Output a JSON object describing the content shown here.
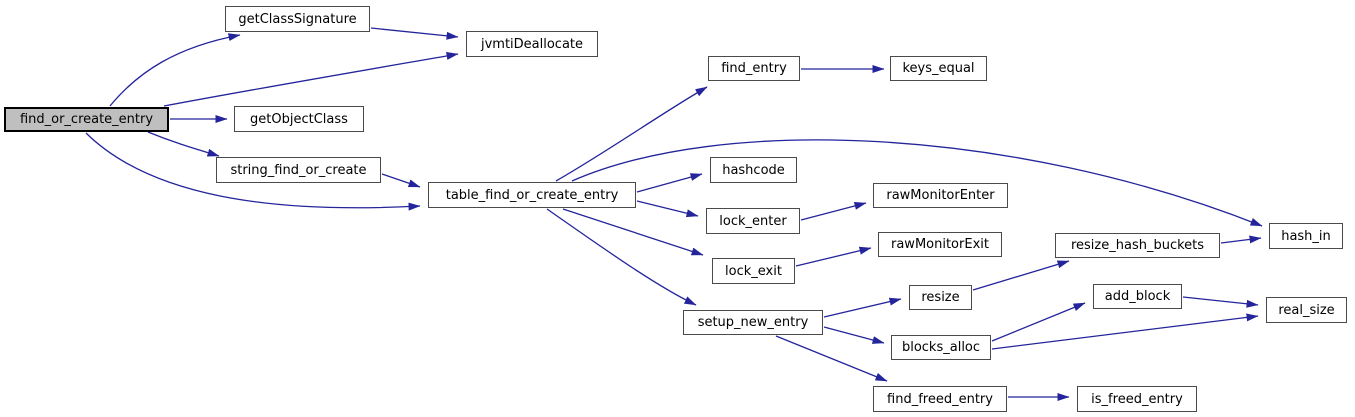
{
  "diagram": {
    "type": "call-graph",
    "root_function": "find_or_create_entry",
    "colors": {
      "edge": "#24249b",
      "node_border": "#4a4a4a",
      "node_fill": "#ffffff",
      "root_fill": "#bfbfbf",
      "root_border": "#000000",
      "text": "#000000",
      "background": "#ffffff"
    },
    "nodes": [
      {
        "id": "find_or_create_entry",
        "label": "find_or_create_entry",
        "highlighted": true
      },
      {
        "id": "getClassSignature",
        "label": "getClassSignature",
        "highlighted": false
      },
      {
        "id": "jvmtiDeallocate",
        "label": "jvmtiDeallocate",
        "highlighted": false
      },
      {
        "id": "getObjectClass",
        "label": "getObjectClass",
        "highlighted": false
      },
      {
        "id": "string_find_or_create",
        "label": "string_find_or_create",
        "highlighted": false
      },
      {
        "id": "table_find_or_create_entry",
        "label": "table_find_or_create_entry",
        "highlighted": false
      },
      {
        "id": "find_entry",
        "label": "find_entry",
        "highlighted": false
      },
      {
        "id": "keys_equal",
        "label": "keys_equal",
        "highlighted": false
      },
      {
        "id": "hashcode",
        "label": "hashcode",
        "highlighted": false
      },
      {
        "id": "lock_enter",
        "label": "lock_enter",
        "highlighted": false
      },
      {
        "id": "rawMonitorEnter",
        "label": "rawMonitorEnter",
        "highlighted": false
      },
      {
        "id": "lock_exit",
        "label": "lock_exit",
        "highlighted": false
      },
      {
        "id": "rawMonitorExit",
        "label": "rawMonitorExit",
        "highlighted": false
      },
      {
        "id": "setup_new_entry",
        "label": "setup_new_entry",
        "highlighted": false
      },
      {
        "id": "resize",
        "label": "resize",
        "highlighted": false
      },
      {
        "id": "blocks_alloc",
        "label": "blocks_alloc",
        "highlighted": false
      },
      {
        "id": "find_freed_entry",
        "label": "find_freed_entry",
        "highlighted": false
      },
      {
        "id": "resize_hash_buckets",
        "label": "resize_hash_buckets",
        "highlighted": false
      },
      {
        "id": "add_block",
        "label": "add_block",
        "highlighted": false
      },
      {
        "id": "real_size",
        "label": "real_size",
        "highlighted": false
      },
      {
        "id": "hash_in",
        "label": "hash_in",
        "highlighted": false
      },
      {
        "id": "is_freed_entry",
        "label": "is_freed_entry",
        "highlighted": false
      }
    ],
    "edges": [
      {
        "from": "find_or_create_entry",
        "to": "getClassSignature"
      },
      {
        "from": "find_or_create_entry",
        "to": "jvmtiDeallocate"
      },
      {
        "from": "find_or_create_entry",
        "to": "getObjectClass"
      },
      {
        "from": "find_or_create_entry",
        "to": "string_find_or_create"
      },
      {
        "from": "find_or_create_entry",
        "to": "table_find_or_create_entry"
      },
      {
        "from": "getClassSignature",
        "to": "jvmtiDeallocate"
      },
      {
        "from": "string_find_or_create",
        "to": "table_find_or_create_entry"
      },
      {
        "from": "table_find_or_create_entry",
        "to": "find_entry"
      },
      {
        "from": "table_find_or_create_entry",
        "to": "hash_in"
      },
      {
        "from": "table_find_or_create_entry",
        "to": "hashcode"
      },
      {
        "from": "table_find_or_create_entry",
        "to": "lock_enter"
      },
      {
        "from": "table_find_or_create_entry",
        "to": "lock_exit"
      },
      {
        "from": "table_find_or_create_entry",
        "to": "setup_new_entry"
      },
      {
        "from": "find_entry",
        "to": "keys_equal"
      },
      {
        "from": "lock_enter",
        "to": "rawMonitorEnter"
      },
      {
        "from": "lock_exit",
        "to": "rawMonitorExit"
      },
      {
        "from": "setup_new_entry",
        "to": "resize"
      },
      {
        "from": "setup_new_entry",
        "to": "blocks_alloc"
      },
      {
        "from": "setup_new_entry",
        "to": "find_freed_entry"
      },
      {
        "from": "resize",
        "to": "resize_hash_buckets"
      },
      {
        "from": "blocks_alloc",
        "to": "add_block"
      },
      {
        "from": "blocks_alloc",
        "to": "real_size"
      },
      {
        "from": "add_block",
        "to": "real_size"
      },
      {
        "from": "resize_hash_buckets",
        "to": "hash_in"
      },
      {
        "from": "find_freed_entry",
        "to": "is_freed_entry"
      }
    ]
  }
}
